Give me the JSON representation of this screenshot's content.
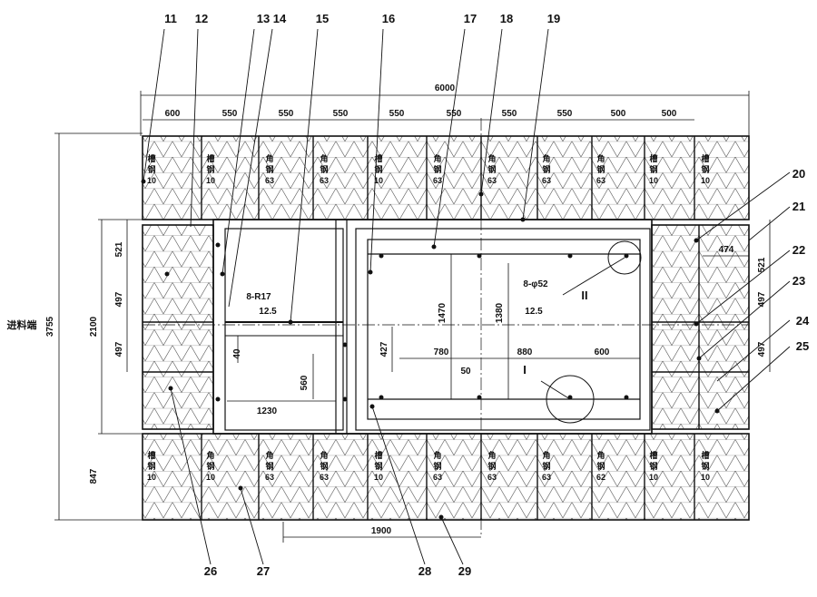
{
  "part_numbers": [
    "11",
    "12",
    "13",
    "14",
    "15",
    "16",
    "17",
    "18",
    "19",
    "20",
    "21",
    "22",
    "23",
    "24",
    "25",
    "26",
    "27",
    "28",
    "29"
  ],
  "top_dims": {
    "overall": "6000",
    "segments": [
      "600",
      "550",
      "550",
      "550",
      "550",
      "550",
      "550",
      "550",
      "500",
      "500"
    ]
  },
  "left_dims": {
    "overall": "3755",
    "middle": "2100",
    "middle_parts": [
      "521",
      "497",
      "497"
    ],
    "bottom": "847"
  },
  "right_dims": [
    "474",
    "521",
    "497",
    "497"
  ],
  "inner_dims": {
    "hole_label_a": "8-R17",
    "hole_label_a_sub": "12.5",
    "hole_label_b": "8-φ52",
    "hole_label_b_sub": "12.5",
    "d40": "40",
    "d427": "427",
    "d560": "560",
    "d1230": "1230",
    "d1470": "1470",
    "d1380": "1380",
    "d780": "780",
    "d880": "880",
    "d600": "600",
    "d50": "50",
    "detail_1": "I",
    "detail_2": "II",
    "bottom_1900": "1900"
  },
  "side_label": "进料端",
  "top_cells": [
    [
      "槽",
      "钢",
      "10"
    ],
    [
      "槽",
      "钢",
      "10"
    ],
    [
      "角",
      "钢",
      "63"
    ],
    [
      "角",
      "钢",
      "63"
    ],
    [
      "槽",
      "钢",
      "10"
    ],
    [
      "角",
      "钢",
      "63"
    ],
    [
      "角",
      "钢",
      "63"
    ],
    [
      "角",
      "钢",
      "63"
    ],
    [
      "角",
      "钢",
      "63"
    ],
    [
      "槽",
      "钢",
      "10"
    ],
    [
      "槽",
      "钢",
      "10"
    ]
  ],
  "bottom_cells": [
    [
      "槽",
      "钢",
      "10"
    ],
    [
      "角",
      "钢",
      "10"
    ],
    [
      "角",
      "钢",
      "63"
    ],
    [
      "角",
      "钢",
      "63"
    ],
    [
      "槽",
      "钢",
      "10"
    ],
    [
      "角",
      "钢",
      "63"
    ],
    [
      "角",
      "钢",
      "63"
    ],
    [
      "角",
      "钢",
      "63"
    ],
    [
      "角",
      "钢",
      "62"
    ],
    [
      "槽",
      "钢",
      "10"
    ],
    [
      "槽",
      "钢",
      "10"
    ]
  ]
}
